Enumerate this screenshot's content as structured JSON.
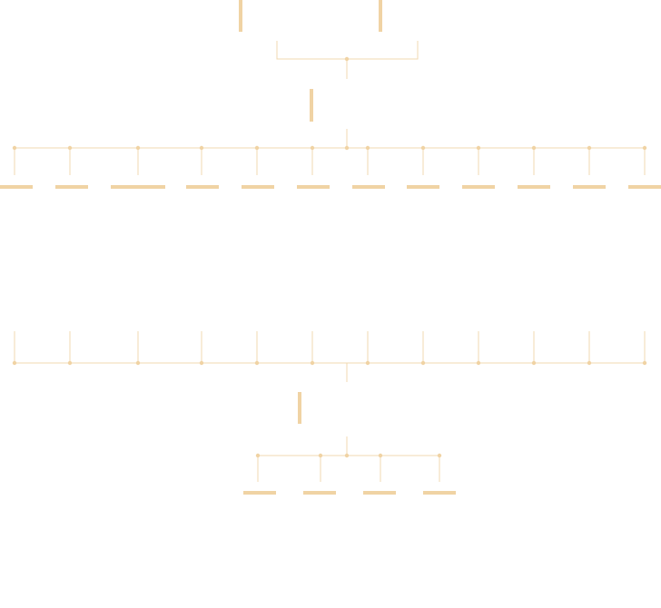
{
  "diagram": {
    "type": "bracket-tree",
    "colors": {
      "accent": "#f0d3a4",
      "line": "#f0d8b0",
      "background": "#ffffff"
    },
    "groups": [
      {
        "name": "top-pair",
        "children": 2
      },
      {
        "name": "upper-row",
        "children": 12
      },
      {
        "name": "lower-row",
        "children": 12
      },
      {
        "name": "bottom-group",
        "children": 4
      }
    ]
  }
}
